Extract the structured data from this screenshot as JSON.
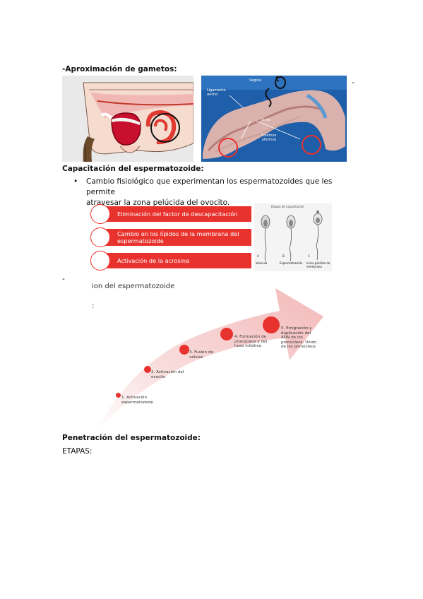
{
  "sections": {
    "aprox_title": "-Aproximación de gametos:",
    "dash_right": "-",
    "cap_title": "Capacitación del espermatozoide:",
    "bullet_text_1": "Cambio fisiológico que experimentan los espermatozoides que les permite",
    "bullet_text_2": "atravesar la zona pelúcida del ovocito.",
    "dash_left": "-",
    "partial_heading": "ion del espermatozoide",
    "colon": ":",
    "pen_title": "Penetración del espermatozoide:",
    "etapas": "ETAPAS:"
  },
  "uterus_photo": {
    "labels": [
      "Vagina",
      "Ligamento ancho",
      "Útero",
      "Cuernos uterinos"
    ]
  },
  "capacitation_steps": [
    "Eliminación del factor de descapacitación",
    "Cambio en los lípidos de la membrana del espermatozoide",
    "Activación de la acrosina"
  ],
  "sperm_figure": {
    "caption_top": "Etapas de capacitación",
    "labels": [
      "A",
      "B",
      "C"
    ],
    "captions": [
      "Vesícula",
      "Espermatozoide",
      "Inicio pérdida de membrana"
    ]
  },
  "fertilization_steps": [
    "1. Activación espermatozoide",
    "2. Activación del ovocito",
    "3. Fusión de células",
    "4. Formación de pronúcleos y del huso mitótico",
    "5. Emigración y duplicación del ADN de los pronúcleos. Unión de los pronúcleos"
  ],
  "colors": {
    "accent_red": "#e8322e",
    "arrow_pink": "#f6c8c8"
  }
}
